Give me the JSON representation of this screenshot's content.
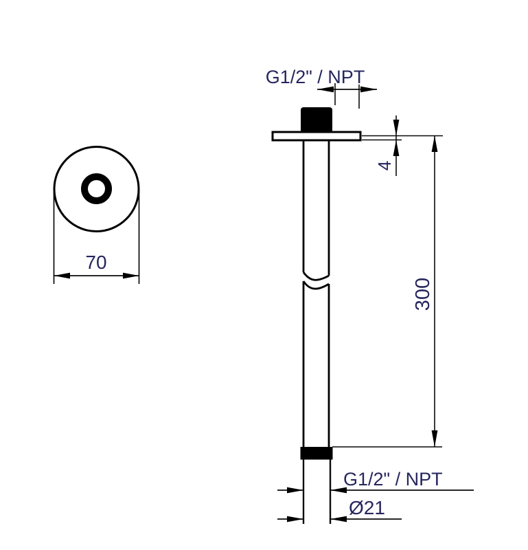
{
  "drawing": {
    "front_view": {
      "diameter_label": "70"
    },
    "side_view": {
      "top_thread_label": "G1/2\" / NPT",
      "flange_thickness_label": "4",
      "length_label": "300",
      "bottom_thread_label": "G1/2\" / NPT",
      "tube_diameter_label": "Ø21"
    },
    "colors": {
      "line": "#000000",
      "dimension_text": "#26265e",
      "background": "#ffffff"
    }
  }
}
